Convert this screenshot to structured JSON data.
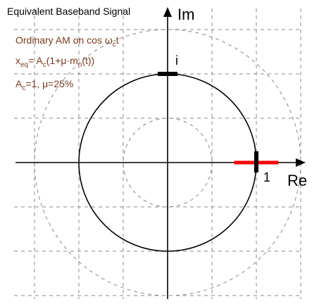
{
  "title": "Equivalent Baseband Signal",
  "annotation": {
    "line1_prefix": "Ordinary AM on cos ω",
    "line1_sub": "c",
    "line1_suffix": "t",
    "line2_x": "x",
    "line2_x_sub": "eq",
    "line2_mid": "= A",
    "line2_a_sub": "c",
    "line2_paren": "(1+μ·m",
    "line2_m_sub": "n",
    "line2_end": "(t))",
    "line3_a": "A",
    "line3_a_sub": "c",
    "line3_rest": "=1, μ=25%"
  },
  "axes": {
    "real_label": "Re",
    "imag_label": "Im",
    "unit_real_label": "1",
    "unit_imag_label": "i"
  },
  "colors": {
    "annotation": "#7a3b1e",
    "signal_segment": "#ff0000",
    "axes": "#000000",
    "grid": "#888888",
    "guide_circles": "#888888"
  },
  "signal": {
    "amplitude_min": 0.75,
    "amplitude_max": 1.25
  }
}
